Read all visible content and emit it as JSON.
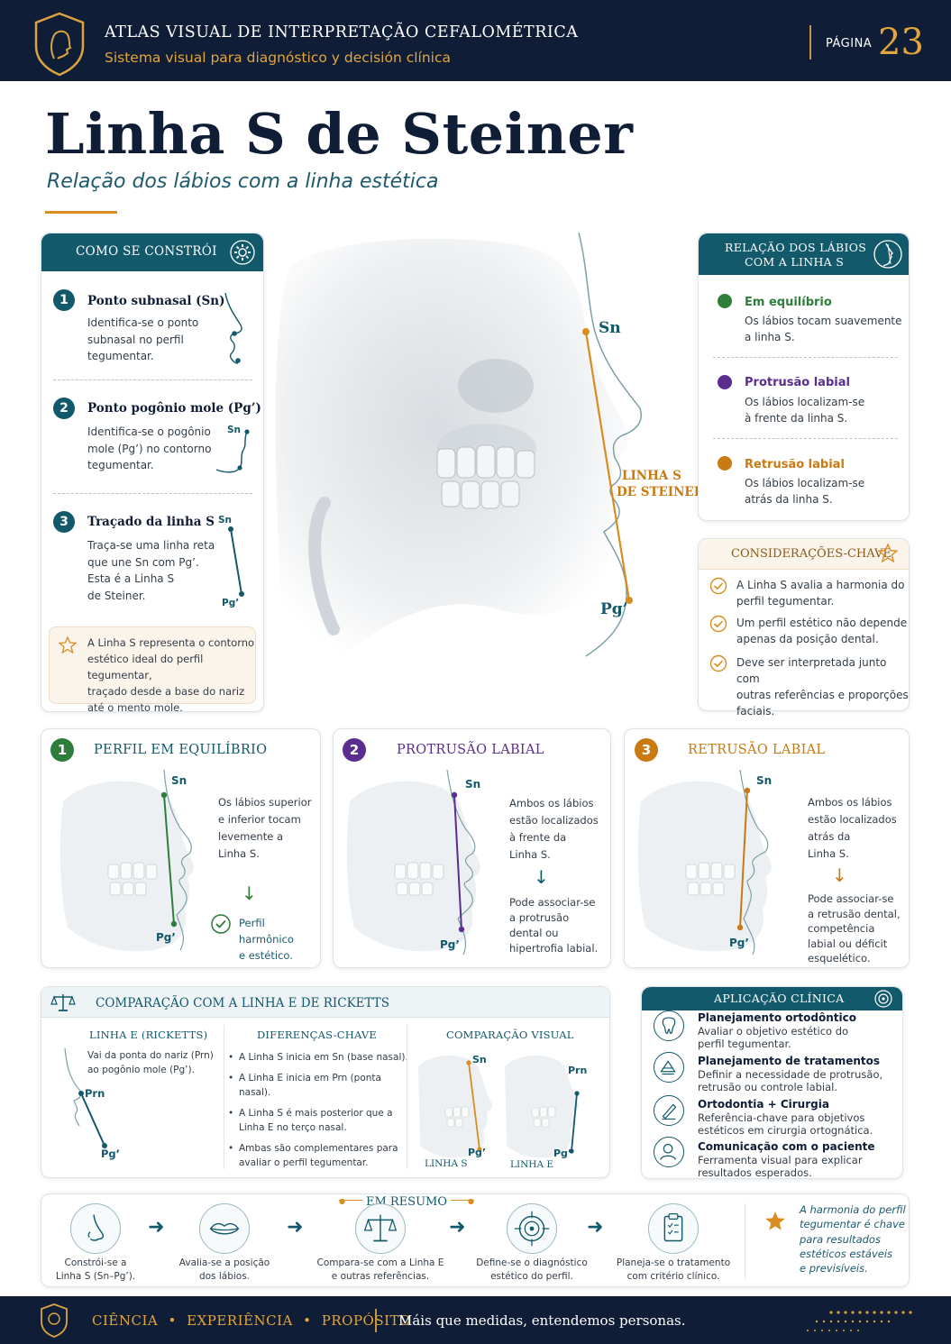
{
  "header": {
    "title": "ATLAS VISUAL DE INTERPRETAÇÃO CEFALOMÉTRICA",
    "subtitle": "Sistema visual para diagnóstico y decisión clínica",
    "page_label": "PÁGINA",
    "page_number": "23"
  },
  "title": "Linha S de Steiner",
  "subtitle": "Relação dos lábios com a linha estética",
  "construction": {
    "heading": "COMO SE CONSTRÓI",
    "steps": [
      {
        "num": "1",
        "title": "Ponto subnasal (Sn)",
        "lines": [
          "Identifica-se o ponto",
          "subnasal no perfil",
          "tegumentar."
        ]
      },
      {
        "num": "2",
        "title": "Ponto pogônio mole (Pg’)",
        "lines": [
          "Identifica-se o pogônio",
          "mole (Pg’) no contorno",
          "tegumentar."
        ]
      },
      {
        "num": "3",
        "title": "Traçado da linha S",
        "lines": [
          "Traça-se uma linha reta",
          "que une Sn com Pg’.",
          "Esta é a Linha S",
          "de Steiner."
        ]
      }
    ],
    "sn_label": "Sn",
    "pg_label": "Pg’",
    "note_lines": [
      "A Linha S representa o contorno",
      "estético ideal do perfil tegumentar,",
      "traçado desde a base do nariz",
      "até o mento mole."
    ]
  },
  "figure": {
    "sn": "Sn",
    "pg": "Pg’",
    "line_label_1": "LINHA S",
    "line_label_2": "DE STEINER"
  },
  "relation": {
    "heading_1": "RELAÇÃO DOS LÁBIOS",
    "heading_2": "COM A LINHA S",
    "items": [
      {
        "title": "Em equilíbrio",
        "lines": [
          "Os lábios tocam suavemente",
          "a linha S."
        ],
        "color": "#2e7d3a"
      },
      {
        "title": "Protrusão labial",
        "lines": [
          "Os lábios localizam-se",
          "à frente da linha S."
        ],
        "color": "#5b2d8e"
      },
      {
        "title": "Retrusão labial",
        "lines": [
          "Os lábios localizam-se",
          "atrás da linha S."
        ],
        "color": "#c97a12"
      }
    ]
  },
  "considerations": {
    "heading": "CONSIDERAÇÕES-CHAVE",
    "items": [
      {
        "lines": [
          "A Linha S avalia a harmonia do",
          "perfil tegumentar."
        ]
      },
      {
        "lines": [
          "Um perfil estético não depende",
          "apenas da posição dental."
        ]
      },
      {
        "lines": [
          "Deve ser interpretada junto com",
          "outras referências e proporções",
          "faciais."
        ]
      }
    ]
  },
  "cases": [
    {
      "num": "1",
      "title": "PERFIL EM EQUILÍBRIO",
      "color": "#2e7d3a",
      "lines": [
        "Os lábios superior",
        "e inferior tocam",
        "levemente a",
        "Linha S."
      ],
      "result_lines": [
        "Perfil harmônico",
        "e estético."
      ],
      "sn": "Sn",
      "pg": "Pg’"
    },
    {
      "num": "2",
      "title": "PROTRUSÃO LABIAL",
      "color": "#5b2d8e",
      "lines": [
        "Ambos os lábios",
        "estão localizados",
        "à frente da",
        "Linha S."
      ],
      "result_lines": [
        "Pode associar-se",
        "a protrusão",
        "dental ou",
        "hipertrofia labial."
      ],
      "sn": "Sn",
      "pg": "Pg’"
    },
    {
      "num": "3",
      "title": "RETRUSÃO LABIAL",
      "color": "#c97a12",
      "lines": [
        "Ambos os lábios",
        "estão localizados",
        "atrás da",
        "Linha S."
      ],
      "result_lines": [
        "Pode associar-se",
        "a retrusão dental,",
        "competência",
        "labial ou déficit",
        "esquelético."
      ],
      "sn": "Sn",
      "pg": "Pg’"
    }
  ],
  "comparison": {
    "heading": "COMPARAÇÃO COM A LINHA E DE RICKETTS",
    "col1_head": "LINHA E (RICKETTS)",
    "col1_lines": [
      "Vai da ponta do nariz (Prn)",
      "ao pogônio mole (Pg’)."
    ],
    "prn": "Prn",
    "pg": "Pg’",
    "sn": "Sn",
    "col2_head": "DIFERENÇAS-CHAVE",
    "bullets": [
      {
        "lines": [
          "A Linha S inicia em Sn (base nasal)."
        ]
      },
      {
        "lines": [
          "A Linha E inicia em Prn (ponta nasal)."
        ]
      },
      {
        "lines": [
          "A Linha S é mais posterior que a",
          "Linha E no terço nasal."
        ]
      },
      {
        "lines": [
          "Ambas são complementares para",
          "avaliar o perfil tegumentar."
        ]
      }
    ],
    "col3_head": "COMPARAÇÃO VISUAL",
    "label_s": "LINHA S",
    "label_e": "LINHA E"
  },
  "application": {
    "heading": "APLICAÇÃO CLÍNICA",
    "items": [
      {
        "title": "Planejamento ortodôntico",
        "lines": [
          "Avaliar o objetivo estético do",
          "perfil tegumentar."
        ]
      },
      {
        "title": "Planejamento de tratamentos",
        "lines": [
          "Definir a necessidade de protrusão,",
          "retrusão ou controle labial."
        ]
      },
      {
        "title": "Ortodontia + Cirurgia",
        "lines": [
          "Referência-chave para objetivos",
          "estéticos em cirurgia ortognática."
        ]
      },
      {
        "title": "Comunicação com o paciente",
        "lines": [
          "Ferramenta visual para explicar",
          "resultados esperados."
        ]
      }
    ]
  },
  "summary": {
    "heading": "EM RESUMO",
    "steps": [
      {
        "lines": [
          "Constrói-se a",
          "Linha S (Sn–Pg’)."
        ]
      },
      {
        "lines": [
          "Avalia-se a posição",
          "dos lábios."
        ]
      },
      {
        "lines": [
          "Compara-se com a Linha E",
          "e outras referências."
        ]
      },
      {
        "lines": [
          "Define-se o diagnóstico",
          "estético do perfil."
        ]
      },
      {
        "lines": [
          "Planeja-se o tratamento",
          "com critério clínico."
        ]
      }
    ],
    "quote_lines": [
      "A harmonia do perfil",
      "tegumentar é chave",
      "para resultados",
      "estéticos estáveis",
      "e previsíveis."
    ]
  },
  "footer": {
    "left_1": "CIÊNCIA",
    "left_2": "EXPERIÊNCIA",
    "left_3": "PROPÓSITO",
    "dot": "•",
    "right": "Máis que medidas, entendemos personas."
  }
}
